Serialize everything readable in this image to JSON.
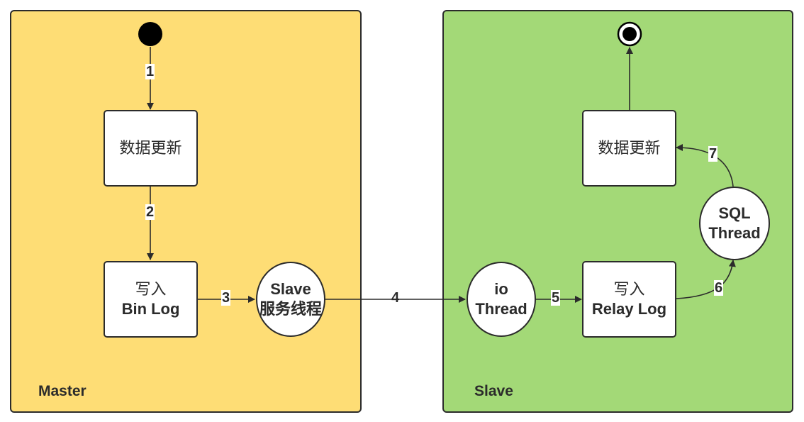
{
  "panels": {
    "master": {
      "label": "Master",
      "color": "#FEDD75"
    },
    "slave": {
      "label": "Slave",
      "color": "#A3D977"
    }
  },
  "nodes": {
    "master_update": "数据更新",
    "write_binlog": {
      "line1": "写入",
      "line2": "Bin Log"
    },
    "slave_service": {
      "line1": "Slave",
      "line2": "服务线程"
    },
    "io_thread": {
      "line1": "io",
      "line2": "Thread"
    },
    "write_relay": {
      "line1": "写入",
      "line2": "Relay Log"
    },
    "sql_thread": {
      "line1": "SQL",
      "line2": "Thread"
    },
    "slave_update": "数据更新"
  },
  "edges": [
    "1",
    "2",
    "3",
    "4",
    "5",
    "6",
    "7"
  ],
  "icons": {
    "start": "start-node-icon",
    "end": "end-node-icon"
  }
}
